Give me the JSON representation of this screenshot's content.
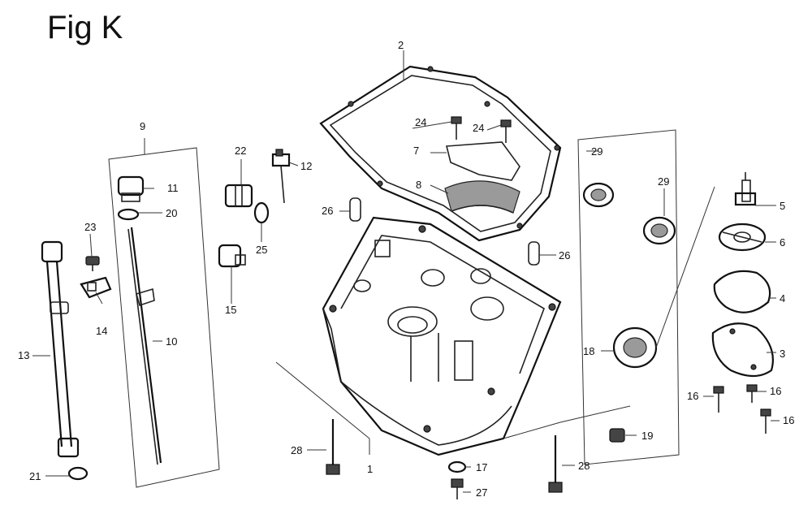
{
  "title": "Fig K",
  "callouts": {
    "c1": "1",
    "c2": "2",
    "c3": "3",
    "c4": "4",
    "c5": "5",
    "c6": "6",
    "c7": "7",
    "c8": "8",
    "c9": "9",
    "c10": "10",
    "c11": "11",
    "c12": "12",
    "c13": "13",
    "c14": "14",
    "c15": "15",
    "c16a": "16",
    "c16b": "16",
    "c16c": "16",
    "c17": "17",
    "c18": "18",
    "c19": "19",
    "c20": "20",
    "c21": "21",
    "c22": "22",
    "c23": "23",
    "c24a": "24",
    "c24b": "24",
    "c25": "25",
    "c26a": "26",
    "c26b": "26",
    "c27": "27",
    "c28a": "28",
    "c28b": "28",
    "c29a": "29",
    "c29b": "29"
  }
}
